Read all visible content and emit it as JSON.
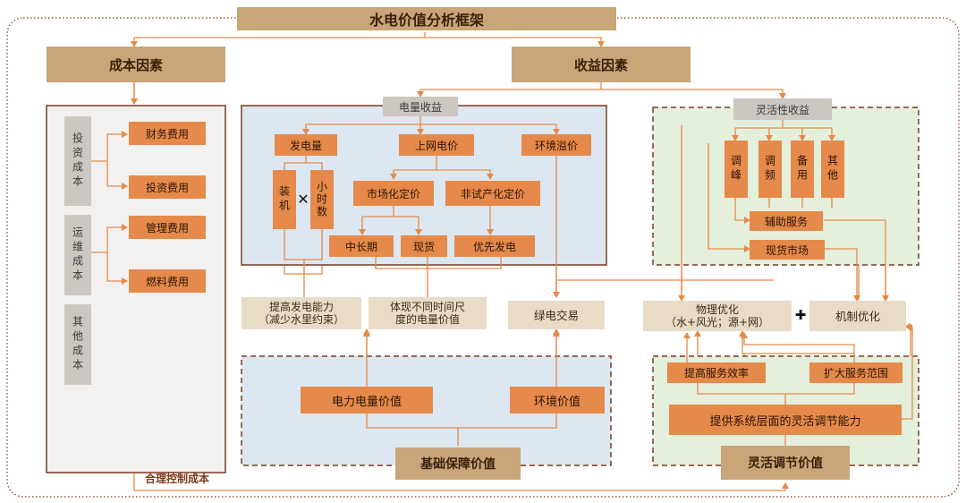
{
  "title": "水电价值分析框架",
  "cost_section": {
    "heading": "成本因素",
    "categories": [
      "投资成本",
      "运维成本",
      "其他成本"
    ],
    "items": [
      "财务费用",
      "投资费用",
      "管理费用",
      "燃料费用"
    ]
  },
  "revenue_section": {
    "heading": "收益因素",
    "power_revenue": {
      "label": "电量收益",
      "generation": "发电量",
      "installed": "装机",
      "multiply_symbol": "✕",
      "hours": "小时数",
      "grid_price": "上网电价",
      "market_price": "市场化定价",
      "non_market_price": "非试产化定价",
      "mid_long_term": "中长期",
      "spot": "现货",
      "priority_gen": "优先发电",
      "env_premium": "环境溢价"
    },
    "flex_revenue": {
      "label": "灵活性收益",
      "services": [
        "调峰",
        "调频",
        "备用",
        "其他"
      ],
      "ancillary": "辅助服务",
      "spot_market": "现货市场"
    }
  },
  "middle_row": {
    "boost_capacity": "提高发电能力\n（减少水里约束）",
    "time_scale": "体现不同时间尺\n度的电量价值",
    "green_trade": "绿电交易",
    "physical_opt": "物理优化\n（水+风光；源+网）",
    "plus_symbol": "✚",
    "mechanism_opt": "机制优化"
  },
  "base_value": {
    "power_value": "电力电量价值",
    "env_value": "环境价值",
    "label": "基础保障价值"
  },
  "flex_value": {
    "efficiency": "提高服务效率",
    "scope": "扩大服务范围",
    "capability": "提供系统层面的灵活调节能力",
    "label": "灵活调节价值"
  },
  "cost_control": "合理控制成本",
  "colors": {
    "tan": "#c9a579",
    "orange": "#e58a4a",
    "beige": "#e8dcc7",
    "blue_panel": "#dde7f2",
    "green_panel": "#e4efdc",
    "line": "#e58a4a",
    "border_dark": "#7b3b1e"
  }
}
